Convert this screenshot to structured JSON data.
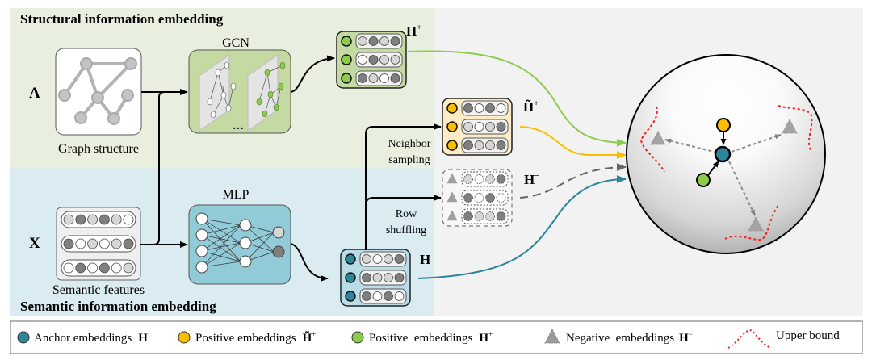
{
  "regions": {
    "structural_title": "Structural information embedding",
    "semantic_title": "Semantic information embedding"
  },
  "inputs": {
    "A_label": "A",
    "X_label": "X",
    "graph_caption": "Graph structure",
    "features_caption": "Semantic features",
    "feature_rows": [
      [
        "light",
        "dark",
        "light",
        "dark",
        "light",
        "white"
      ],
      [
        "dark",
        "white",
        "light",
        "white",
        "light",
        "dark"
      ],
      [
        "white",
        "dark",
        "white",
        "dark",
        "white",
        "light"
      ]
    ]
  },
  "modules": {
    "gcn_label": "GCN",
    "mlp_label": "MLP",
    "ellipsis": "…"
  },
  "embeddings": {
    "h_plus": {
      "label": "H",
      "sup": "+",
      "rows": [
        [
          "light",
          "dark",
          "light",
          "dark"
        ],
        [
          "white",
          "dark",
          "light",
          "light"
        ],
        [
          "dark",
          "light",
          "white",
          "dark"
        ]
      ]
    },
    "h_tilde_plus": {
      "label": "H̃",
      "sup": "+",
      "rows": [
        [
          "dark",
          "white",
          "dark",
          "white"
        ],
        [
          "light",
          "white",
          "light",
          "dark"
        ],
        [
          "dark",
          "light",
          "light",
          "dark"
        ]
      ]
    },
    "h_minus": {
      "label": "H",
      "sup": "−",
      "rows": [
        [
          "light",
          "white",
          "light",
          "dark"
        ],
        [
          "dark",
          "white",
          "dark",
          "white"
        ],
        [
          "dark",
          "light",
          "light",
          "dark"
        ]
      ]
    },
    "h_anchor": {
      "label": "H",
      "rows": [
        [
          "light",
          "white",
          "light",
          "dark"
        ],
        [
          "dark",
          "light",
          "light",
          "dark"
        ],
        [
          "dark",
          "white",
          "dark",
          "white"
        ]
      ]
    }
  },
  "operations": {
    "neighbor_sampling": [
      "Neighbor",
      "sampling"
    ],
    "row_shuffling": [
      "Row",
      "shuffling"
    ]
  },
  "legend": {
    "anchor": {
      "text": "Anchor embeddings",
      "symbol": "H"
    },
    "positive_tilde": {
      "text": "Positive embeddings",
      "symbol": "H̃",
      "sup": "+"
    },
    "positive": {
      "text": "Positive  embeddings",
      "symbol": "H",
      "sup": "+"
    },
    "negative": {
      "text": "Negative  embeddings",
      "symbol": "H",
      "sup": "−"
    },
    "upper_bound": {
      "text": "Upper bound"
    }
  },
  "colors": {
    "structural_bg": "#e8efde",
    "semantic_bg": "#daebf1",
    "right_bg": "#f2f2f2",
    "anchor": "#2e8599",
    "positive_tilde": "#fbbf00",
    "positive": "#8ccc4c",
    "negative": "#9a9a9a",
    "upper_bound": "#ee2222",
    "gcn_box": "#c5d9a3",
    "mlp_box": "#92cbd8",
    "shade_dark": "#7f7f7f",
    "shade_light": "#d6d6d6",
    "shade_white": "#ffffff"
  }
}
